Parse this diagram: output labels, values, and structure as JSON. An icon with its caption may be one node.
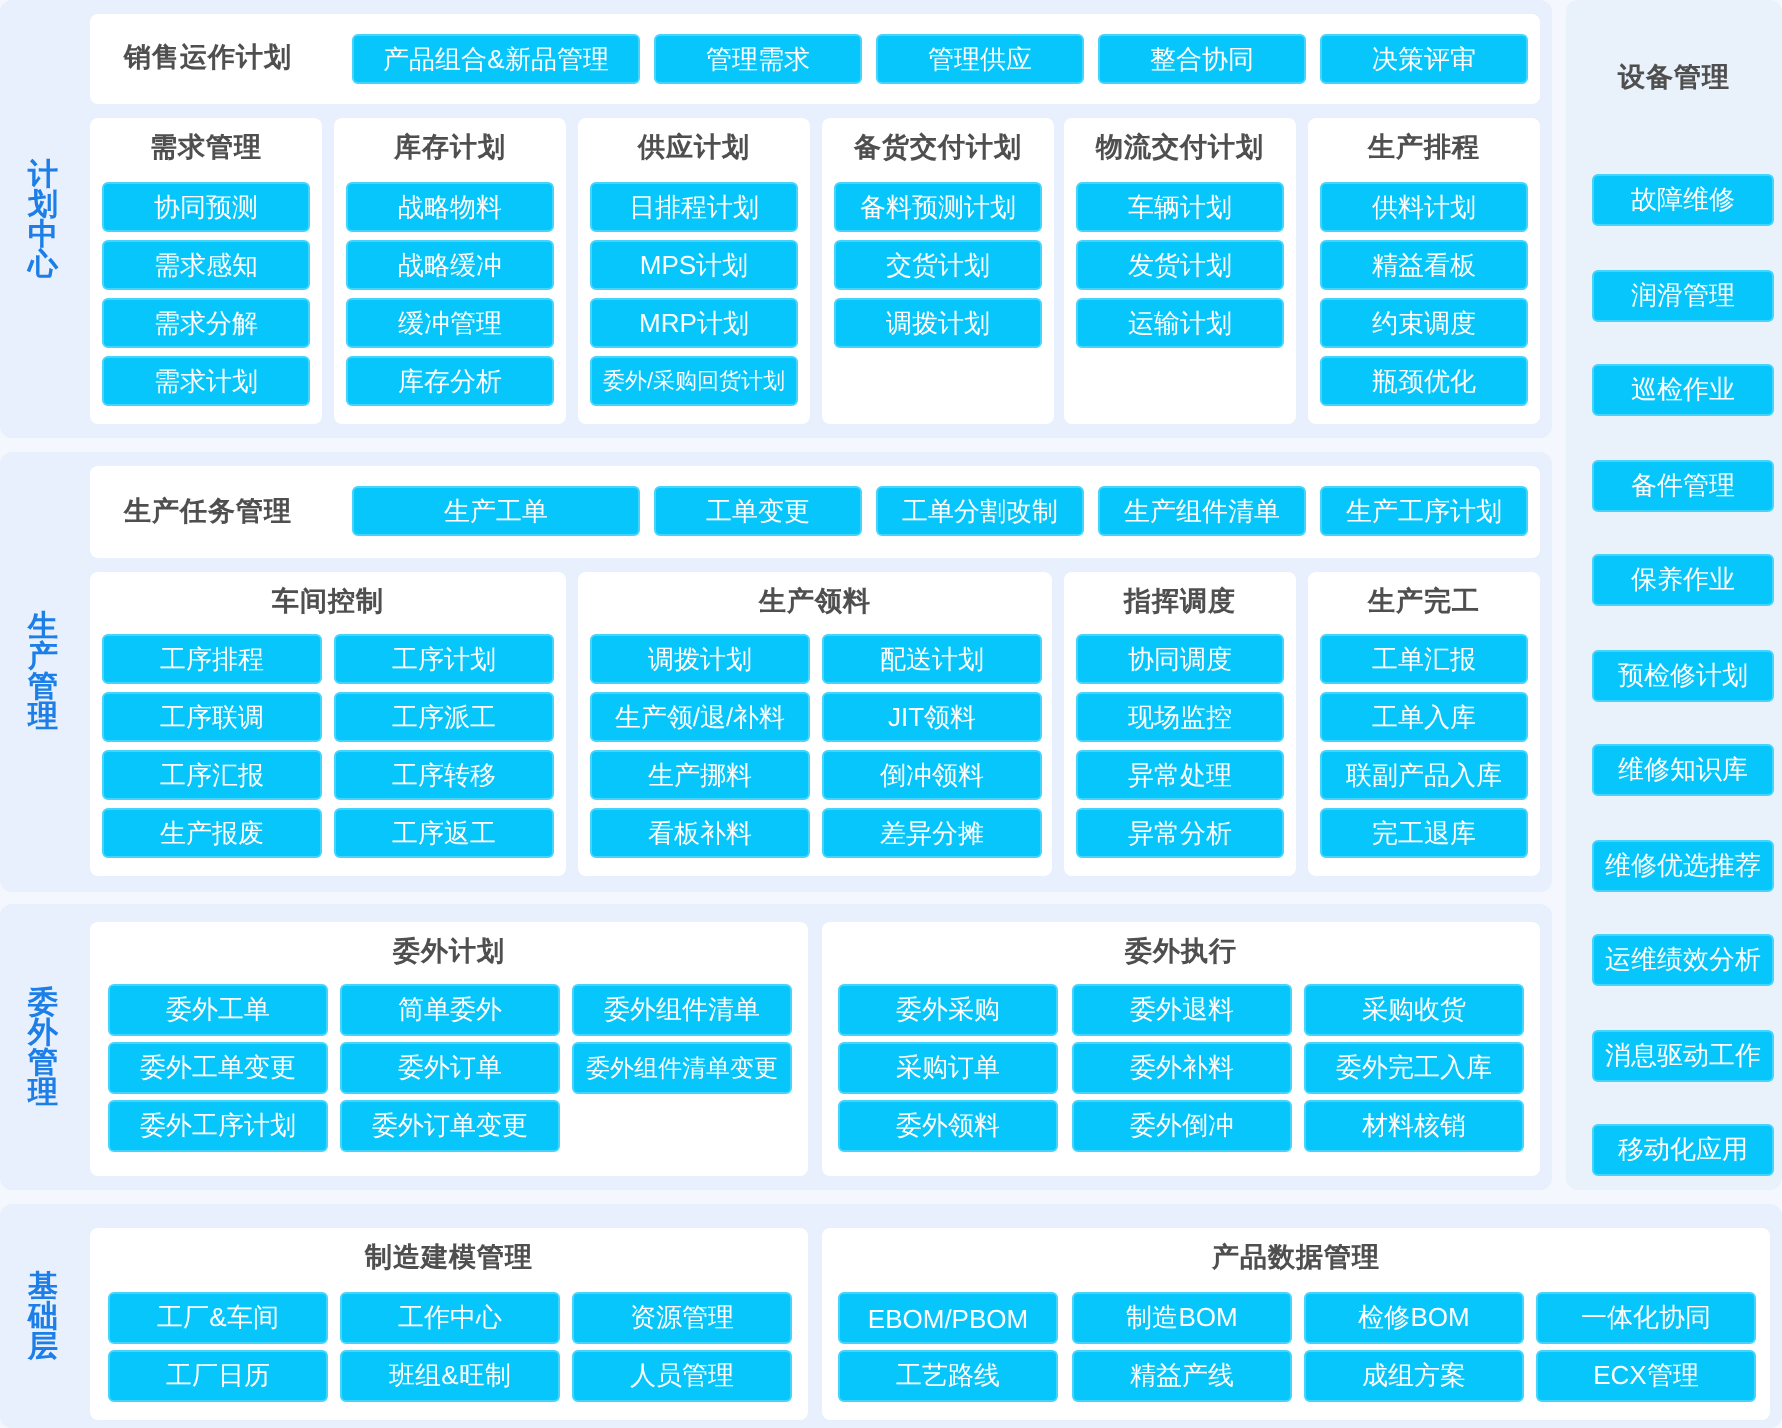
{
  "diagram": {
    "nodes": [
      {
        "text": [
          "计划中心"
        ]
      },
      {
        "text": [
          "销售运作计划"
        ],
        "in": 0
      },
      {
        "text": [
          "产品组合&新品管理"
        ],
        "in": 1
      },
      {
        "text": [
          "管理需求"
        ],
        "in": 1
      },
      {
        "text": [
          "管理供应"
        ],
        "in": 1
      },
      {
        "text": [
          "整合协同"
        ],
        "in": 1
      },
      {
        "text": [
          "决策评审"
        ],
        "in": 1
      },
      {
        "text": [
          "需求管理"
        ],
        "in": 0
      },
      {
        "text": [
          "协同预测"
        ],
        "in": 7
      },
      {
        "text": [
          "需求感知"
        ],
        "in": 7
      },
      {
        "text": [
          "需求分解"
        ],
        "in": 7
      },
      {
        "text": [
          "需求计划"
        ],
        "in": 7
      },
      {
        "text": [
          "库存计划"
        ],
        "in": 0
      },
      {
        "text": [
          "战略物料"
        ],
        "in": 12
      },
      {
        "text": [
          "战略缓冲"
        ],
        "in": 12
      },
      {
        "text": [
          "缓冲管理"
        ],
        "in": 12
      },
      {
        "text": [
          "库存分析"
        ],
        "in": 12
      },
      {
        "text": [
          "供应计划"
        ],
        "in": 0
      },
      {
        "text": [
          "日排程计划"
        ],
        "in": 17
      },
      {
        "text": [
          "MPS计划"
        ],
        "in": 17
      },
      {
        "text": [
          "MRP计划"
        ],
        "in": 17
      },
      {
        "text": [
          "委外/采购回货计划"
        ],
        "in": 17
      },
      {
        "text": [
          "备货交付计划"
        ],
        "in": 0
      },
      {
        "text": [
          "备料预测计划"
        ],
        "in": 22
      },
      {
        "text": [
          "交货计划"
        ],
        "in": 22
      },
      {
        "text": [
          "调拨计划"
        ],
        "in": 22
      },
      {
        "text": [
          "物流交付计划"
        ],
        "in": 0
      },
      {
        "text": [
          "车辆计划"
        ],
        "in": 26
      },
      {
        "text": [
          "发货计划"
        ],
        "in": 26
      },
      {
        "text": [
          "运输计划"
        ],
        "in": 26
      },
      {
        "text": [
          "生产排程"
        ],
        "in": 0
      },
      {
        "text": [
          "供料计划"
        ],
        "in": 30
      },
      {
        "text": [
          "精益看板"
        ],
        "in": 30
      },
      {
        "text": [
          "约束调度"
        ],
        "in": 30
      },
      {
        "text": [
          "瓶颈优化"
        ],
        "in": 30
      },
      {
        "text": [
          "生产管理"
        ]
      },
      {
        "text": [
          "生产任务管理"
        ],
        "in": 35
      },
      {
        "text": [
          "生产工单"
        ],
        "in": 36
      },
      {
        "text": [
          "工单变更"
        ],
        "in": 36
      },
      {
        "text": [
          "工单分割改制"
        ],
        "in": 36
      },
      {
        "text": [
          "生产组件清单"
        ],
        "in": 36
      },
      {
        "text": [
          "生产工序计划"
        ],
        "in": 36
      },
      {
        "text": [
          "车间控制"
        ],
        "in": 35
      },
      {
        "text": [
          "工序排程"
        ],
        "in": 42
      },
      {
        "text": [
          "工序计划"
        ],
        "in": 42
      },
      {
        "text": [
          "工序联调"
        ],
        "in": 42
      },
      {
        "text": [
          "工序派工"
        ],
        "in": 42
      },
      {
        "text": [
          "工序汇报"
        ],
        "in": 42
      },
      {
        "text": [
          "工序转移"
        ],
        "in": 42
      },
      {
        "text": [
          "生产报废"
        ],
        "in": 42
      },
      {
        "text": [
          "工序返工"
        ],
        "in": 42
      },
      {
        "text": [
          "生产领料"
        ],
        "in": 35
      },
      {
        "text": [
          "调拨计划"
        ],
        "in": 51
      },
      {
        "text": [
          "配送计划"
        ],
        "in": 51
      },
      {
        "text": [
          "生产领/退/补料"
        ],
        "in": 51
      },
      {
        "text": [
          "JIT领料"
        ],
        "in": 51
      },
      {
        "text": [
          "生产挪料"
        ],
        "in": 51
      },
      {
        "text": [
          "倒冲领料"
        ],
        "in": 51
      },
      {
        "text": [
          "看板补料"
        ],
        "in": 51
      },
      {
        "text": [
          "差异分摊"
        ],
        "in": 51
      },
      {
        "text": [
          "指挥调度"
        ],
        "in": 35
      },
      {
        "text": [
          "协同调度"
        ],
        "in": 60
      },
      {
        "text": [
          "现场监控"
        ],
        "in": 60
      },
      {
        "text": [
          "异常处理"
        ],
        "in": 60
      },
      {
        "text": [
          "异常分析"
        ],
        "in": 60
      },
      {
        "text": [
          "生产完工"
        ],
        "in": 35
      },
      {
        "text": [
          "工单汇报"
        ],
        "in": 65
      },
      {
        "text": [
          "工单入库"
        ],
        "in": 65
      },
      {
        "text": [
          "联副产品入库"
        ],
        "in": 65
      },
      {
        "text": [
          "完工退库"
        ],
        "in": 65
      },
      {
        "text": [
          "委外管理"
        ]
      },
      {
        "text": [
          "委外计划"
        ],
        "in": 70
      },
      {
        "text": [
          "委外工单"
        ],
        "in": 71
      },
      {
        "text": [
          "简单委外"
        ],
        "in": 71
      },
      {
        "text": [
          "委外组件清单"
        ],
        "in": 71
      },
      {
        "text": [
          "委外工单变更"
        ],
        "in": 71
      },
      {
        "text": [
          "委外订单"
        ],
        "in": 71
      },
      {
        "text": [
          "委外组件清单变更"
        ],
        "in": 71
      },
      {
        "text": [
          "委外工序计划"
        ],
        "in": 71
      },
      {
        "text": [
          "委外订单变更"
        ],
        "in": 71
      },
      {
        "text": [
          "委外执行"
        ],
        "in": 70
      },
      {
        "text": [
          "委外采购"
        ],
        "in": 80
      },
      {
        "text": [
          "委外退料"
        ],
        "in": 80
      },
      {
        "text": [
          "采购收货"
        ],
        "in": 80
      },
      {
        "text": [
          "采购订单"
        ],
        "in": 80
      },
      {
        "text": [
          "委外补料"
        ],
        "in": 80
      },
      {
        "text": [
          "委外完工入库"
        ],
        "in": 80
      },
      {
        "text": [
          "委外领料"
        ],
        "in": 80
      },
      {
        "text": [
          "委外倒冲"
        ],
        "in": 80
      },
      {
        "text": [
          "材料核销"
        ],
        "in": 80
      },
      {
        "text": [
          "基础层"
        ]
      },
      {
        "text": [
          "制造建模管理"
        ],
        "in": 90
      },
      {
        "text": [
          "工厂&车间"
        ],
        "in": 91
      },
      {
        "text": [
          "工作中心"
        ],
        "in": 91
      },
      {
        "text": [
          "资源管理"
        ],
        "in": 91
      },
      {
        "text": [
          "工厂日历"
        ],
        "in": 91
      },
      {
        "text": [
          "班组&旺制"
        ],
        "in": 91
      },
      {
        "text": [
          "人员管理"
        ],
        "in": 91
      },
      {
        "text": [
          "产品数据管理"
        ],
        "in": 90
      },
      {
        "text": [
          "EBOM/PBOM"
        ],
        "in": 98
      },
      {
        "text": [
          "制造BOM"
        ],
        "in": 98
      },
      {
        "text": [
          "检修BOM"
        ],
        "in": 98
      },
      {
        "text": [
          "一体化协同"
        ],
        "in": 98
      },
      {
        "text": [
          "工艺路线"
        ],
        "in": 98
      },
      {
        "text": [
          "精益产线"
        ],
        "in": 98
      },
      {
        "text": [
          "成组方案"
        ],
        "in": 98
      },
      {
        "text": [
          "ECX管理"
        ],
        "in": 98
      },
      {
        "text": [
          "设备管理"
        ]
      },
      {
        "text": [
          "故障维修"
        ],
        "in": 107
      },
      {
        "text": [
          "润滑管理"
        ],
        "in": 107
      },
      {
        "text": [
          "巡检作业"
        ],
        "in": 107
      },
      {
        "text": [
          "备件管理"
        ],
        "in": 107
      },
      {
        "text": [
          "保养作业"
        ],
        "in": 107
      },
      {
        "text": [
          "预检修计划"
        ],
        "in": 107
      },
      {
        "text": [
          "维修知识库"
        ],
        "in": 107
      },
      {
        "text": [
          "维修优选推荐"
        ],
        "in": 107
      },
      {
        "text": [
          "运维绩效分析"
        ],
        "in": 107
      },
      {
        "text": [
          "消息驱动工作"
        ],
        "in": 107
      },
      {
        "text": [
          "移动化应用"
        ],
        "in": 107
      }
    ]
  }
}
